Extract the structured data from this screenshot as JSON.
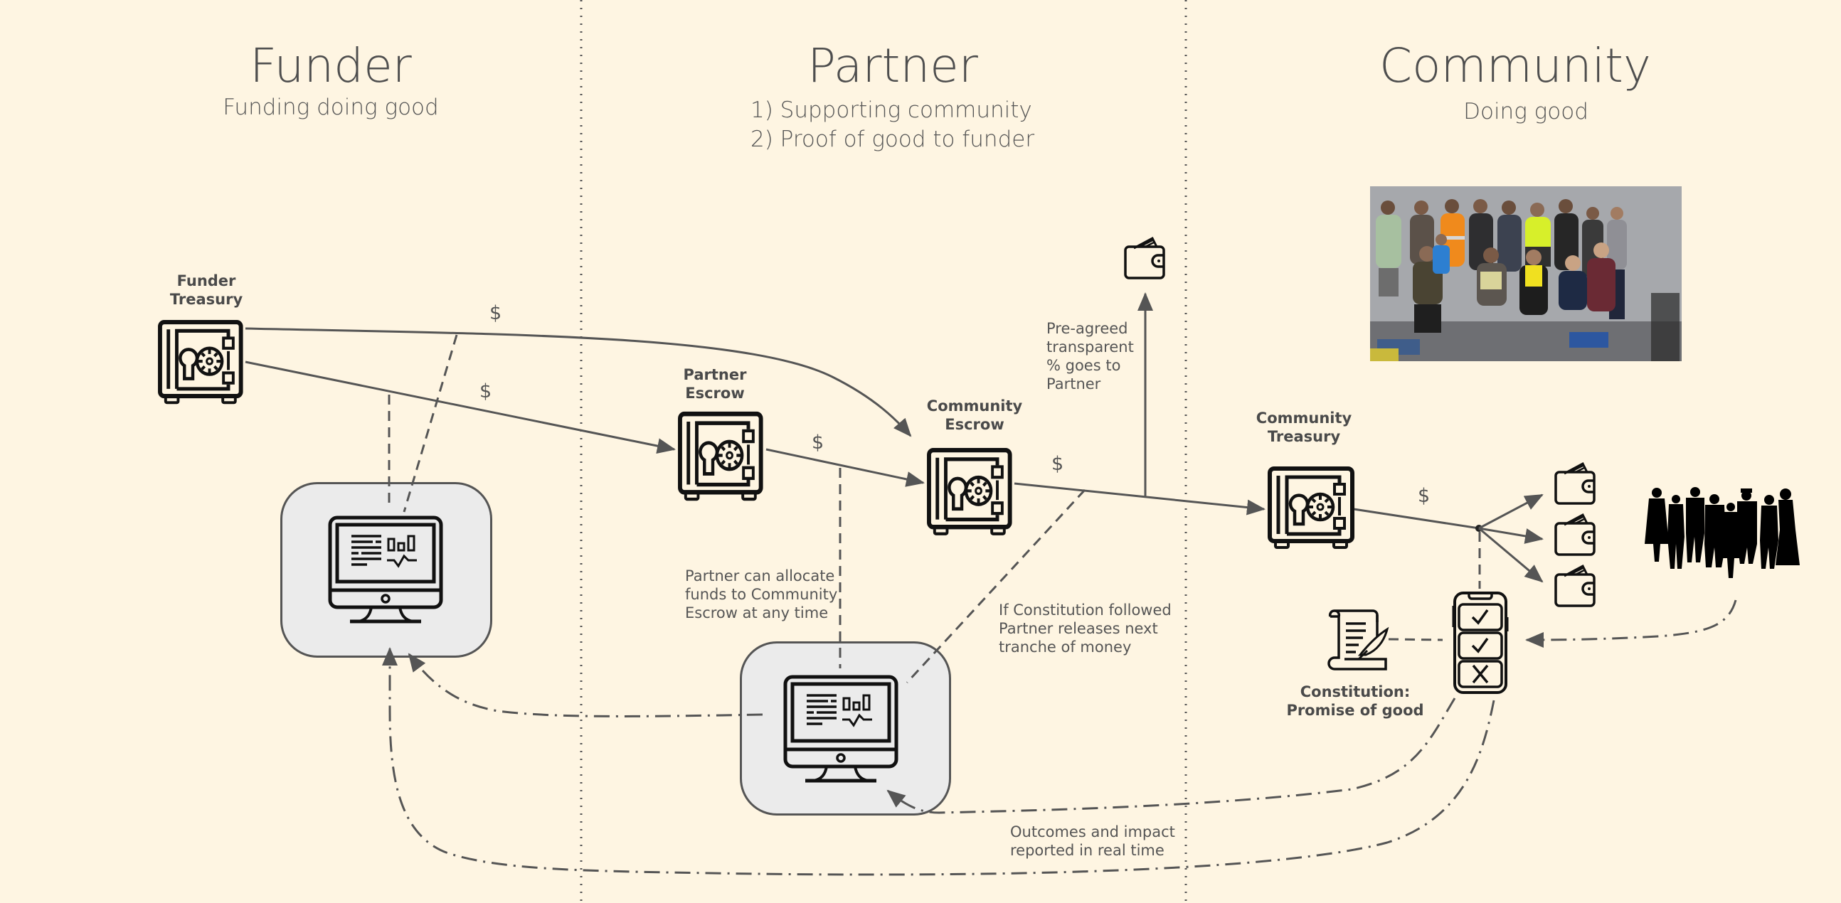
{
  "columns": [
    {
      "id": "funder",
      "title": "Funder",
      "subtitle_lines": [
        "Funding doing good"
      ]
    },
    {
      "id": "partner",
      "title": "Partner",
      "subtitle_lines": [
        "1) Supporting community",
        "2) Proof of good to funder"
      ]
    },
    {
      "id": "community",
      "title": "Community",
      "subtitle_lines": [
        "Doing good"
      ]
    }
  ],
  "nodes": {
    "funder_treasury": {
      "label_lines": [
        "Funder",
        "Treasury"
      ],
      "icon": "safe-icon"
    },
    "partner_escrow": {
      "label_lines": [
        "Partner",
        "Escrow"
      ],
      "icon": "safe-icon"
    },
    "community_escrow": {
      "label_lines": [
        "Community",
        "Escrow"
      ],
      "icon": "safe-icon"
    },
    "community_treasury": {
      "label_lines": [
        "Community",
        "Treasury"
      ],
      "icon": "safe-icon"
    },
    "partner_wallet": {
      "icon": "wallet-icon"
    },
    "member_wallets": [
      {
        "icon": "wallet-icon"
      },
      {
        "icon": "wallet-icon"
      },
      {
        "icon": "wallet-icon"
      }
    ],
    "funder_dashboard": {
      "icon": "monitor-dashboard-icon"
    },
    "partner_dashboard": {
      "icon": "monitor-dashboard-icon"
    },
    "voting_app": {
      "icon": "phone-checklist-icon",
      "items": [
        "check",
        "check",
        "cross"
      ]
    },
    "constitution": {
      "label_lines": [
        "Constitution:",
        "Promise of good"
      ],
      "icon": "scroll-quill-icon"
    },
    "community_people": {
      "icon": "crowd-silhouette-icon",
      "count": 8
    },
    "community_photo": {
      "icon": "group-photo",
      "description": "Group photo of community members"
    }
  },
  "flow_labels": {
    "currency_symbol": "$"
  },
  "notes": {
    "pre_agreed": [
      "Pre-agreed",
      "transparent",
      "% goes to",
      "Partner"
    ],
    "partner_allocate": [
      "Partner can allocate",
      "funds to Community",
      "Escrow at any time"
    ],
    "constitution_followed": [
      "If Constitution followed",
      "Partner releases next",
      "tranche of money"
    ],
    "outcomes": [
      "Outcomes and impact",
      "reported in real time"
    ]
  },
  "colors": {
    "background": "#fef5e2",
    "line": "#555555",
    "box_fill": "#ebebeb",
    "icon_stroke": "#111111"
  }
}
